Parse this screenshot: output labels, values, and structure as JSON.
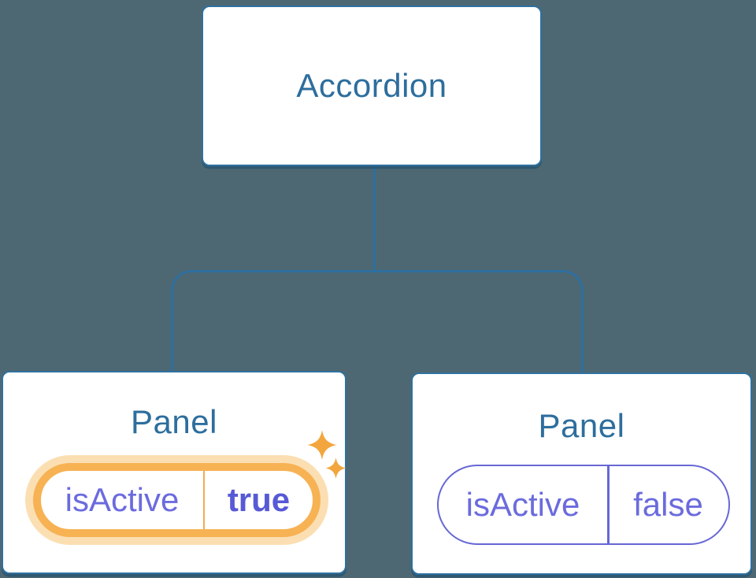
{
  "colors": {
    "background": "#4D6873",
    "connector_blue": "#2E6F9F",
    "node_border_blue": "#2F719F",
    "title_blue": "#2D6E9D",
    "state_purple": "#6B6BDE",
    "state_value_purple": "#5759D6",
    "pill_border_purple": "#6767D5",
    "highlight_orange": "#F7B254",
    "highlight_glow": "#FBDFB2",
    "sparkle_orange": "#F2A63D"
  },
  "tree": {
    "root": {
      "label": "Accordion"
    },
    "children": [
      {
        "title": "Panel",
        "state": {
          "name": "isActive",
          "value": "true"
        },
        "highlighted": true
      },
      {
        "title": "Panel",
        "state": {
          "name": "isActive",
          "value": "false"
        },
        "highlighted": false
      }
    ]
  }
}
